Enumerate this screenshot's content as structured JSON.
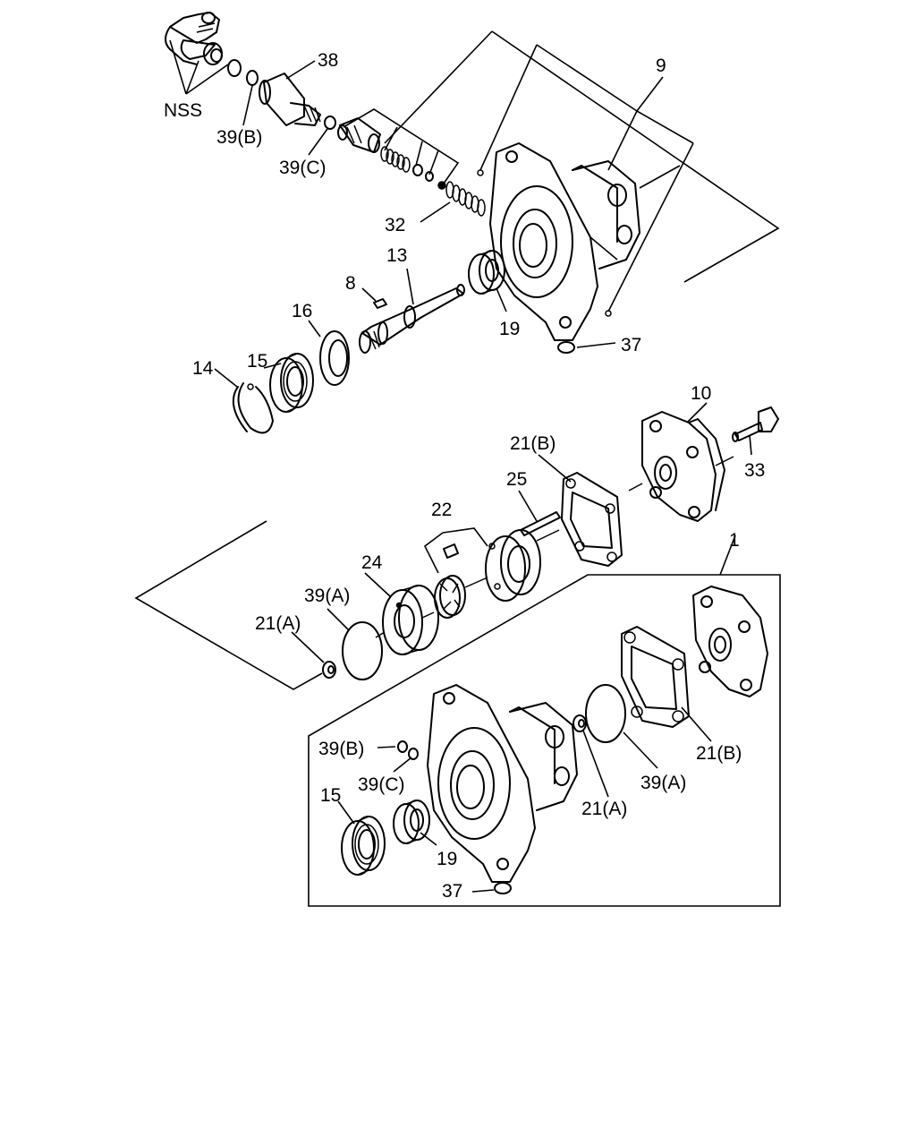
{
  "labels": {
    "nss": "NSS",
    "p38": "38",
    "p39b_top": "39(B)",
    "p39c_top": "39(C)",
    "p9": "9",
    "p32": "32",
    "p13": "13",
    "p8": "8",
    "p16": "16",
    "p15_top": "15",
    "p14": "14",
    "p19_top": "19",
    "p37_top": "37",
    "p10": "10",
    "p33": "33",
    "p21b_top": "21(B)",
    "p25": "25",
    "p22": "22",
    "p24": "24",
    "p39a_left": "39(A)",
    "p21a_left": "21(A)",
    "p1": "1",
    "p39b_box": "39(B)",
    "p39c_box": "39(C)",
    "p15_box": "15",
    "p19_box": "19",
    "p37_box": "37",
    "p21a_box": "21(A)",
    "p39a_box": "39(A)",
    "p21b_box": "21(B)"
  }
}
